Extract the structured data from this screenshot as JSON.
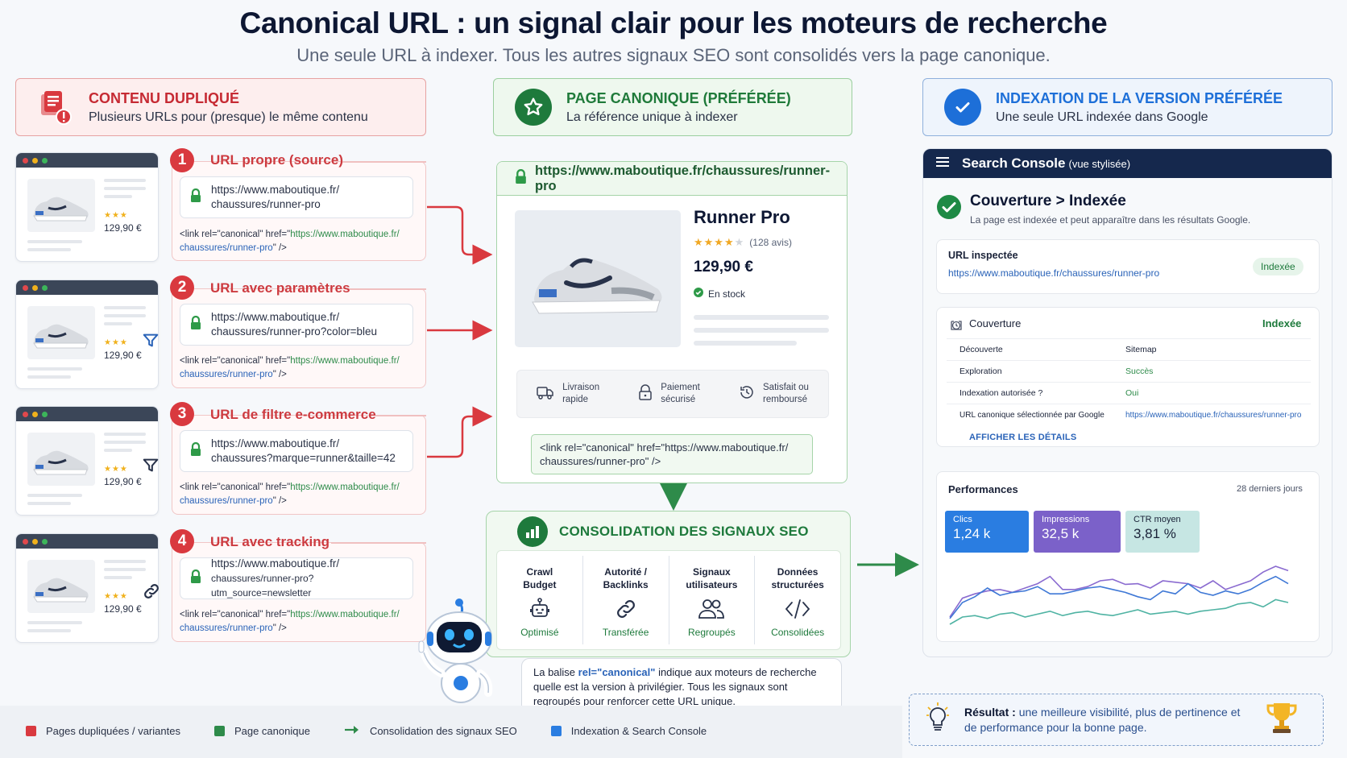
{
  "header": {
    "title": "Canonical URL : un signal clair pour les moteurs de recherche",
    "subtitle": "Une seule URL à indexer. Tous les autres signaux SEO sont consolidés vers la page canonique."
  },
  "banners": {
    "duplicate": {
      "title": "CONTENU DUPLIQUÉ",
      "subtitle": "Plusieurs URLs pour (presque) le même contenu",
      "icon": "duplicate-pages-icon",
      "color": "#c62a33"
    },
    "canonical": {
      "title": "PAGE CANONIQUE (PRÉFÉRÉE)",
      "subtitle": "La référence unique à indexer",
      "icon": "star-icon",
      "color": "#1f7a3a"
    },
    "indexation": {
      "title": "INDEXATION DE LA VERSION PRÉFÉRÉE",
      "subtitle": "Une seule URL indexée dans Google",
      "icon": "check-icon",
      "color": "#1d6fd8"
    }
  },
  "duplicates": [
    {
      "number": "1",
      "title": "URL propre (source)",
      "url_line1": "https://www.maboutique.fr/",
      "url_line2": "chaussures/runner-pro",
      "thumb_price": "129,90 €",
      "thumb_stars": "★★★",
      "side_icon": ""
    },
    {
      "number": "2",
      "title": "URL avec paramètres",
      "url_line1": "https://www.maboutique.fr/",
      "url_line2": "chaussures/runner-pro?color=bleu",
      "thumb_price": "129,90 €",
      "thumb_stars": "★★★",
      "side_icon": "filter-icon"
    },
    {
      "number": "3",
      "title": "URL de filtre e-commerce",
      "url_line1": "https://www.maboutique.fr/",
      "url_line2": "chaussures?marque=runner&taille=42",
      "thumb_price": "129,90 €",
      "thumb_stars": "★★★",
      "side_icon": "filter-icon"
    },
    {
      "number": "4",
      "title": "URL avec tracking",
      "url_line1": "https://www.maboutique.fr/",
      "url_line2": "chaussures/runner-pro?utm_source=newsletter",
      "thumb_price": "129,90 €",
      "thumb_stars": "★★★",
      "side_icon": "link-icon"
    }
  ],
  "canonical_snippet": {
    "prefix": "<link rel=\"canonical\" href=\"",
    "url_part1": "https://www.maboutique.fr/",
    "url_part2": "chaussures/runner-pro",
    "suffix": "\" />"
  },
  "canonical_page": {
    "url": "https://www.maboutique.fr/chaussures/runner-pro",
    "product_name": "Runner Pro",
    "stars_filled": "★★★★",
    "stars_empty": "★",
    "reviews": "(128 avis)",
    "price": "129,90 €",
    "stock": "En stock",
    "features": [
      {
        "icon": "truck-icon",
        "line1": "Livraison",
        "line2": "rapide"
      },
      {
        "icon": "lock-icon",
        "line1": "Paiement",
        "line2": "sécurisé"
      },
      {
        "icon": "refund-clock-icon",
        "line1": "Satisfait ou",
        "line2": "remboursé"
      }
    ],
    "tag_line1": "<link rel=\"canonical\" href=\"https://www.maboutique.fr/",
    "tag_line2": "chaussures/runner-pro\" />"
  },
  "consolidation": {
    "title": "CONSOLIDATION DES SIGNAUX SEO",
    "items": [
      {
        "line1": "Crawl",
        "line2": "Budget",
        "icon": "robot-icon",
        "status": "Optimisé"
      },
      {
        "line1": "Autorité /",
        "line2": "Backlinks",
        "icon": "link-icon",
        "status": "Transférée"
      },
      {
        "line1": "Signaux",
        "line2": "utilisateurs",
        "icon": "users-icon",
        "status": "Regroupés"
      },
      {
        "line1": "Données",
        "line2": "structurées",
        "icon": "code-icon",
        "status": "Consolidées"
      }
    ]
  },
  "bubble": {
    "part1": "La balise ",
    "highlight": "rel=\"canonical\"",
    "part2": " indique aux moteurs de recherche quelle est la version à privilégier. Tous les signaux sont regroupés pour renforcer cette URL unique."
  },
  "search_console": {
    "title": "Search Console",
    "title_suffix": "(vue stylisée)",
    "coverage_title": "Couverture > Indexée",
    "coverage_sub": "La page est indexée et peut apparaître dans les résultats Google.",
    "inspected_label": "URL inspectée",
    "inspected_url": "https://www.maboutique.fr/chaussures/runner-pro",
    "inspected_badge": "Indexée",
    "coverage_label": "Couverture",
    "coverage_status": "Indexée",
    "rows": [
      {
        "key": "Découverte",
        "value": "Sitemap",
        "tone": "plain"
      },
      {
        "key": "Exploration",
        "value": "Succès",
        "tone": "green"
      },
      {
        "key": "Indexation autorisée ?",
        "value": "Oui",
        "tone": "green"
      },
      {
        "key": "URL canonique sélectionnée par Google",
        "value": "https://www.maboutique.fr/chaussures/runner-pro",
        "tone": "blue"
      }
    ],
    "details_link": "AFFICHER LES DÉTAILS",
    "performance_title": "Performances",
    "performance_period": "28 derniers jours",
    "metrics": [
      {
        "label": "Clics",
        "value": "1,24 k",
        "color": "#2a7de1"
      },
      {
        "label": "Impressions",
        "value": "32,5 k",
        "color": "#7b61c9"
      },
      {
        "label": "CTR moyen",
        "value": "3,81 %",
        "color": "#c6e6e3"
      }
    ]
  },
  "chart_data": {
    "type": "line",
    "title": "Performances",
    "subtitle": "28 derniers jours",
    "x": [
      1,
      2,
      3,
      4,
      5,
      6,
      7,
      8,
      9,
      10,
      11,
      12,
      13,
      14,
      15,
      16,
      17,
      18,
      19,
      20,
      21,
      22,
      23,
      24,
      25,
      26,
      27,
      28
    ],
    "series": [
      {
        "name": "Impressions",
        "color": "#8a6bd0",
        "values": [
          20,
          46,
          52,
          56,
          58,
          54,
          60,
          66,
          76,
          58,
          58,
          62,
          70,
          72,
          65,
          66,
          60,
          70,
          68,
          66,
          60,
          70,
          58,
          64,
          70,
          82,
          90,
          84
        ]
      },
      {
        "name": "Clics",
        "color": "#3f78d6",
        "values": [
          18,
          40,
          48,
          60,
          50,
          54,
          56,
          62,
          52,
          52,
          56,
          60,
          62,
          58,
          54,
          48,
          44,
          56,
          52,
          66,
          54,
          50,
          56,
          52,
          58,
          68,
          76,
          66
        ]
      },
      {
        "name": "CTR",
        "color": "#4fb3a3",
        "values": [
          10,
          20,
          22,
          18,
          24,
          26,
          20,
          24,
          28,
          22,
          26,
          28,
          24,
          22,
          26,
          30,
          24,
          26,
          28,
          24,
          28,
          30,
          32,
          38,
          40,
          34,
          44,
          40
        ]
      }
    ],
    "grid": false,
    "legend_position": "none"
  },
  "result": {
    "label": "Résultat :",
    "text": "une meilleure visibilité, plus de pertinence et de performance pour la bonne page."
  },
  "legend": [
    {
      "label": "Pages dupliquées / variantes",
      "color": "#d9393f",
      "shape": "square"
    },
    {
      "label": "Page canonique",
      "color": "#2e8b4a",
      "shape": "square"
    },
    {
      "label": "Consolidation des signaux SEO",
      "color": "#2e8b4a",
      "shape": "arrow"
    },
    {
      "label": "Indexation & Search Console",
      "color": "#2a7de1",
      "shape": "square"
    }
  ]
}
